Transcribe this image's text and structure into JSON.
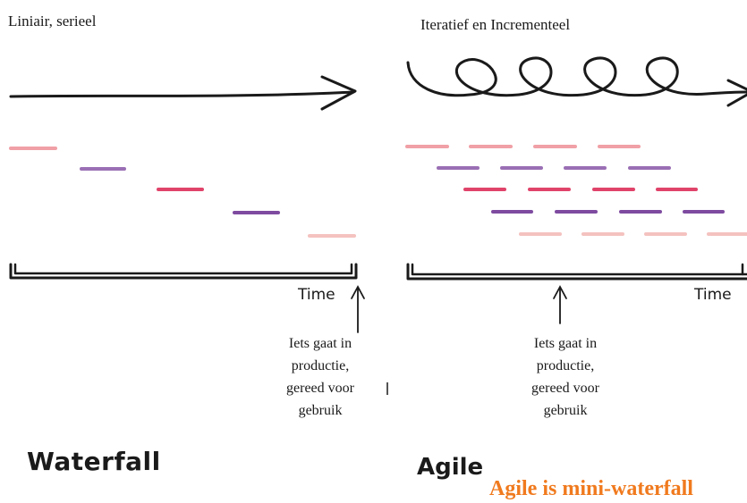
{
  "waterfall": {
    "heading": "Liniair, serieel",
    "time_label": "Time",
    "note": [
      "Iets gaat in",
      "productie,",
      "gereed voor",
      "gebruik"
    ],
    "title": "Waterfall"
  },
  "agile": {
    "heading": "Iteratief en Incrementeel",
    "time_label": "Time",
    "note": [
      "Iets gaat in",
      "productie,",
      "gereed voor",
      "gebruik"
    ],
    "title": "Agile",
    "tagline": "Agile is mini-waterfall"
  },
  "colors": {
    "phase1": "#f0a0a6",
    "phase2": "#9a6fb4",
    "phase3": "#e0436a",
    "phase4": "#7e4ba0",
    "phase5": "#f4c2bf",
    "ink": "#1a1a1a",
    "tagline": "#f07a1e"
  }
}
